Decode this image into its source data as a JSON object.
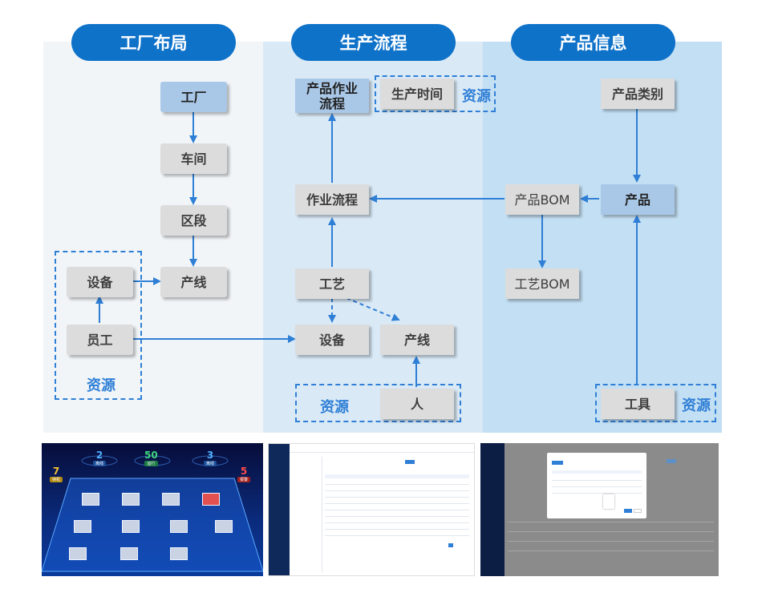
{
  "columns": {
    "factory_layout": "工厂布局",
    "production_flow": "生产流程",
    "product_info": "产品信息"
  },
  "nodes": {
    "factory": "工厂",
    "workshop": "车间",
    "section": "区段",
    "device_left": "设备",
    "line_left": "产线",
    "employee": "员工",
    "product_work_flow": "产品作业流程",
    "production_time": "生产时间",
    "work_flow": "作业流程",
    "process": "工艺",
    "device_mid": "设备",
    "line_mid": "产线",
    "person": "人",
    "product_category": "产品类别",
    "product_bom": "产品BOM",
    "product": "产品",
    "process_bom": "工艺BOM",
    "tool": "工具"
  },
  "resource_label": "资源",
  "screenshots": {
    "dashboard_stats": [
      {
        "value": "7",
        "label": "待机",
        "color": "#f2c230"
      },
      {
        "value": "2",
        "label": "离线",
        "color": "#4fb0ff"
      },
      {
        "value": "50",
        "label": "运行",
        "color": "#3fd47a"
      },
      {
        "value": "3",
        "label": "离线",
        "color": "#4fb0ff"
      },
      {
        "value": "5",
        "label": "报警",
        "color": "#ff4b4b"
      }
    ]
  },
  "colors": {
    "header_blue": "#0f72c9",
    "arrow_blue": "#2f7fd6",
    "node_gray": "#dcdcdc",
    "node_blue": "#a9c8e8"
  }
}
